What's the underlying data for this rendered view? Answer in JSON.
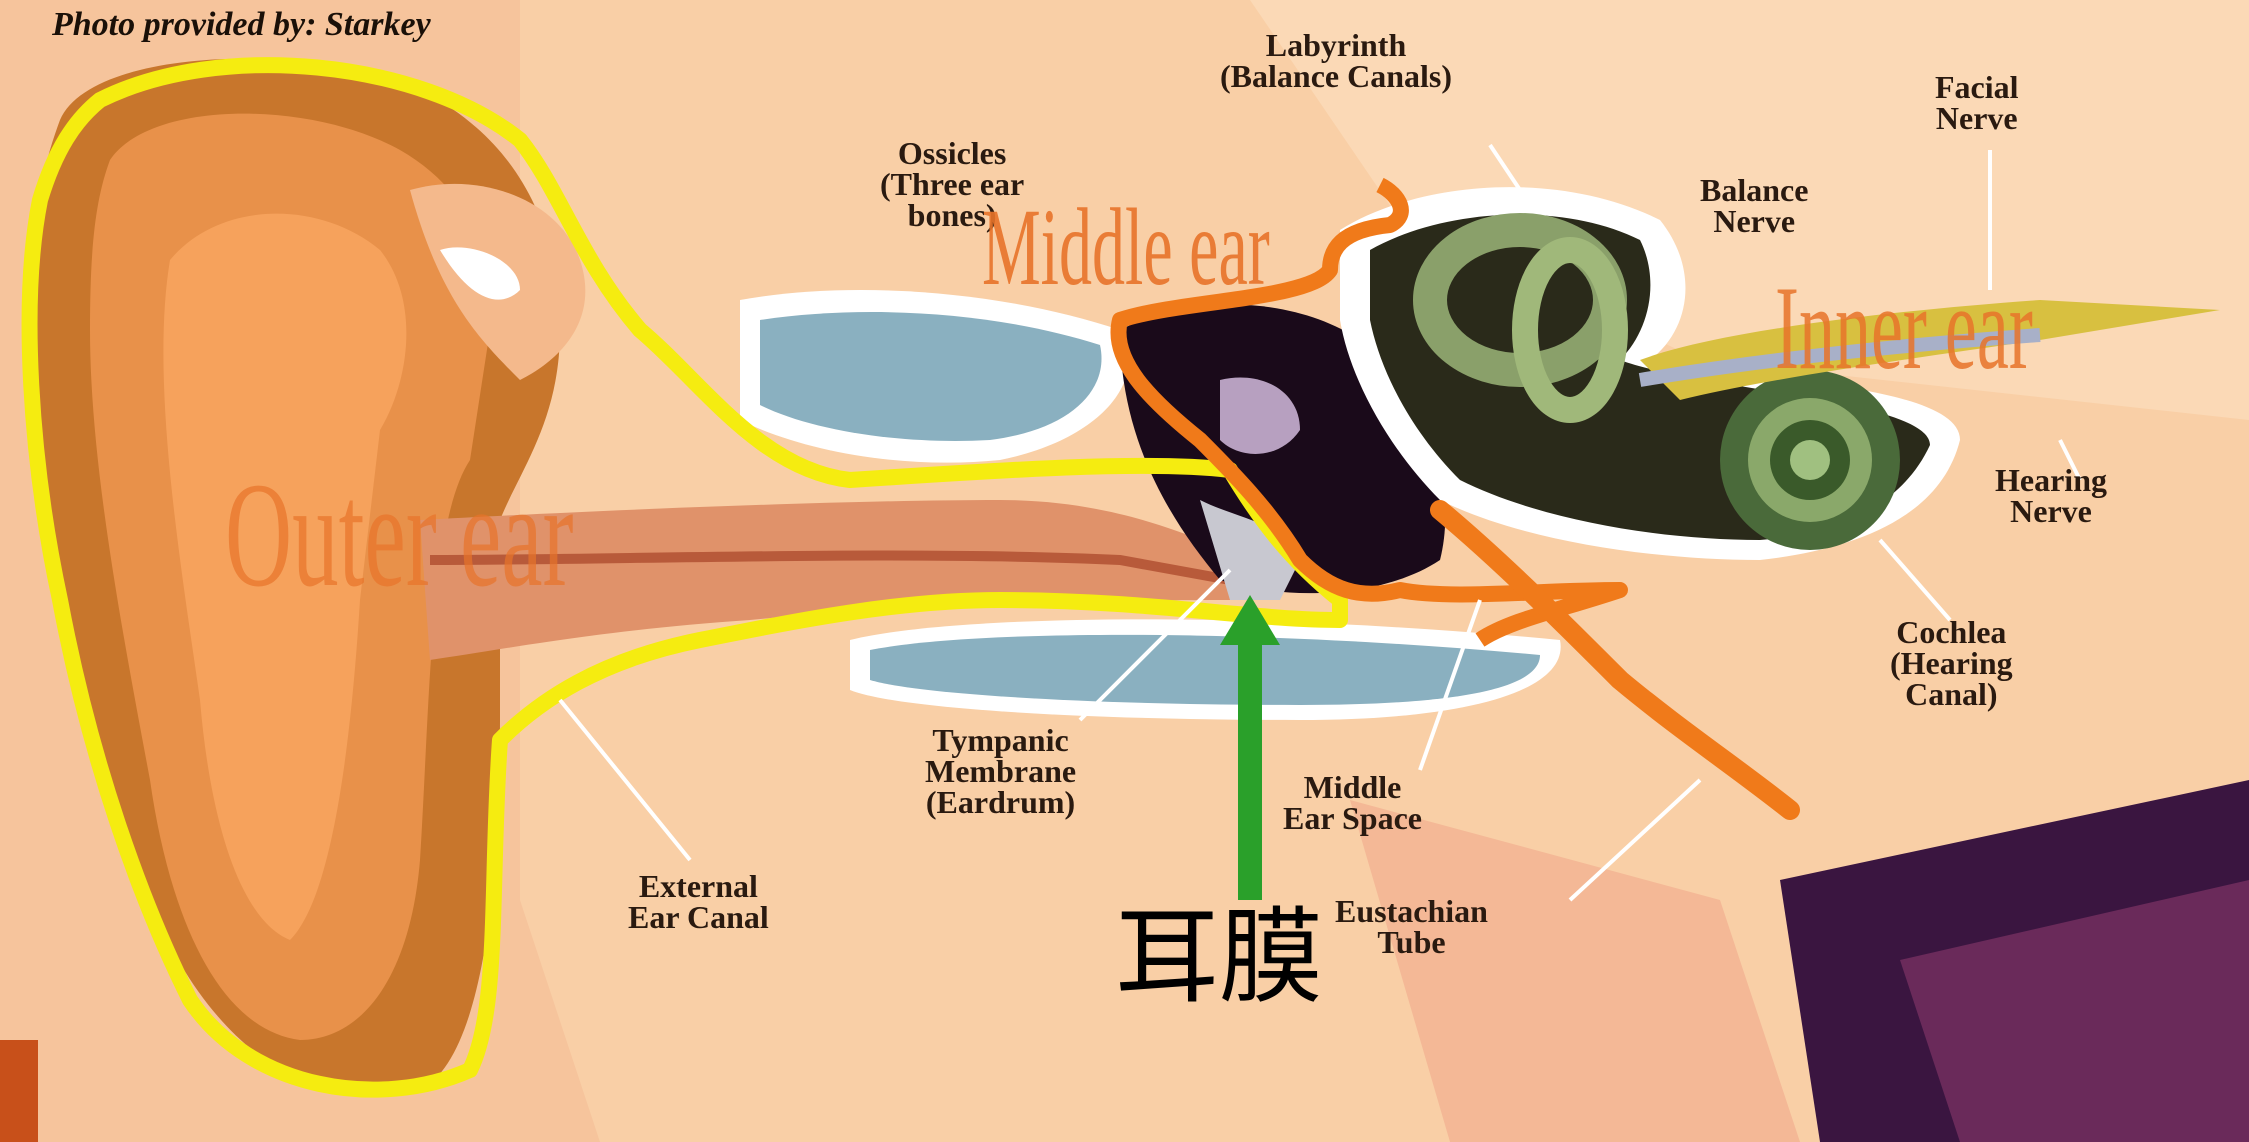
{
  "credit": "Photo provided by: Starkey",
  "labels": {
    "labyrinth": "Labyrinth\n(Balance Canals)",
    "facial_nerve": "Facial\nNerve",
    "ossicles": "Ossicles\n(Three ear\nbones)",
    "balance_nerve": "Balance\nNerve",
    "hearing_nerve": "Hearing\nNerve",
    "cochlea": "Cochlea\n(Hearing\nCanal)",
    "tympanic_membrane": "Tympanic\nMembrane\n(Eardrum)",
    "middle_ear_space": "Middle\nEar Space",
    "external_ear_canal": "External\nEar Canal",
    "eustachian_tube": "Eustachian\nTube"
  },
  "regions": {
    "outer_ear": "Outer ear",
    "middle_ear": "Middle ear",
    "inner_ear": "Inner ear"
  },
  "annotation": {
    "eardrum_cn": "耳膜"
  },
  "colors": {
    "outer_outline": "#f5ec10",
    "middle_inner_outline": "#f07a1a",
    "arrow": "#2aa02a",
    "region_text": "#e8742a"
  }
}
